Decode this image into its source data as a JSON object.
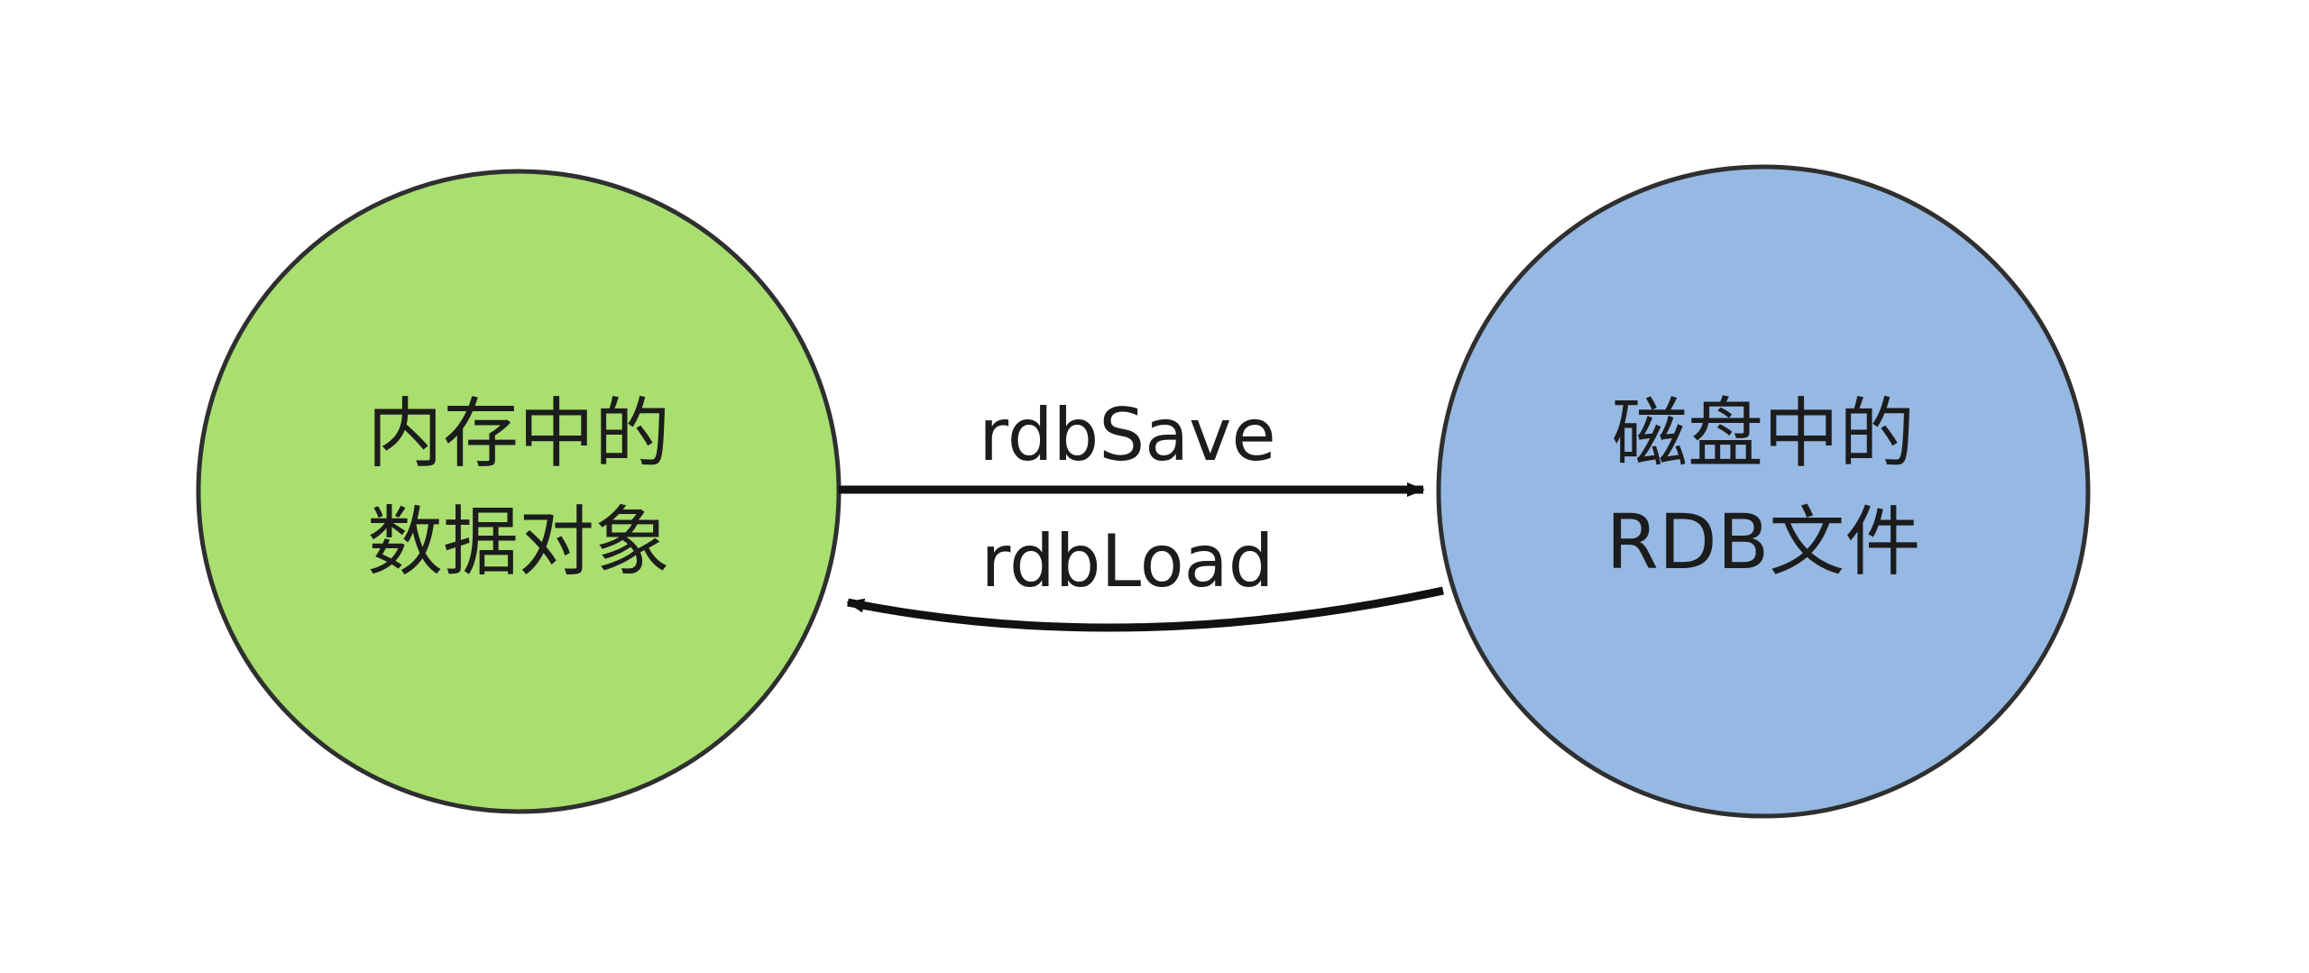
{
  "nodes": {
    "memory": {
      "line1": "内存中的",
      "line2": "数据对象",
      "fill": "#a8df6f",
      "stroke": "#2f2f2f"
    },
    "disk": {
      "line1": "磁盘中的",
      "line2": "RDB文件",
      "fill": "#95b9e3",
      "stroke": "#2f2f2f"
    }
  },
  "edges": {
    "save": {
      "label": "rdbSave",
      "from": "memory",
      "to": "disk"
    },
    "load": {
      "label": "rdbLoad",
      "from": "disk",
      "to": "memory"
    }
  },
  "colors": {
    "background": "#ffffff",
    "arrow": "#111111",
    "text": "#1c1c1c"
  }
}
